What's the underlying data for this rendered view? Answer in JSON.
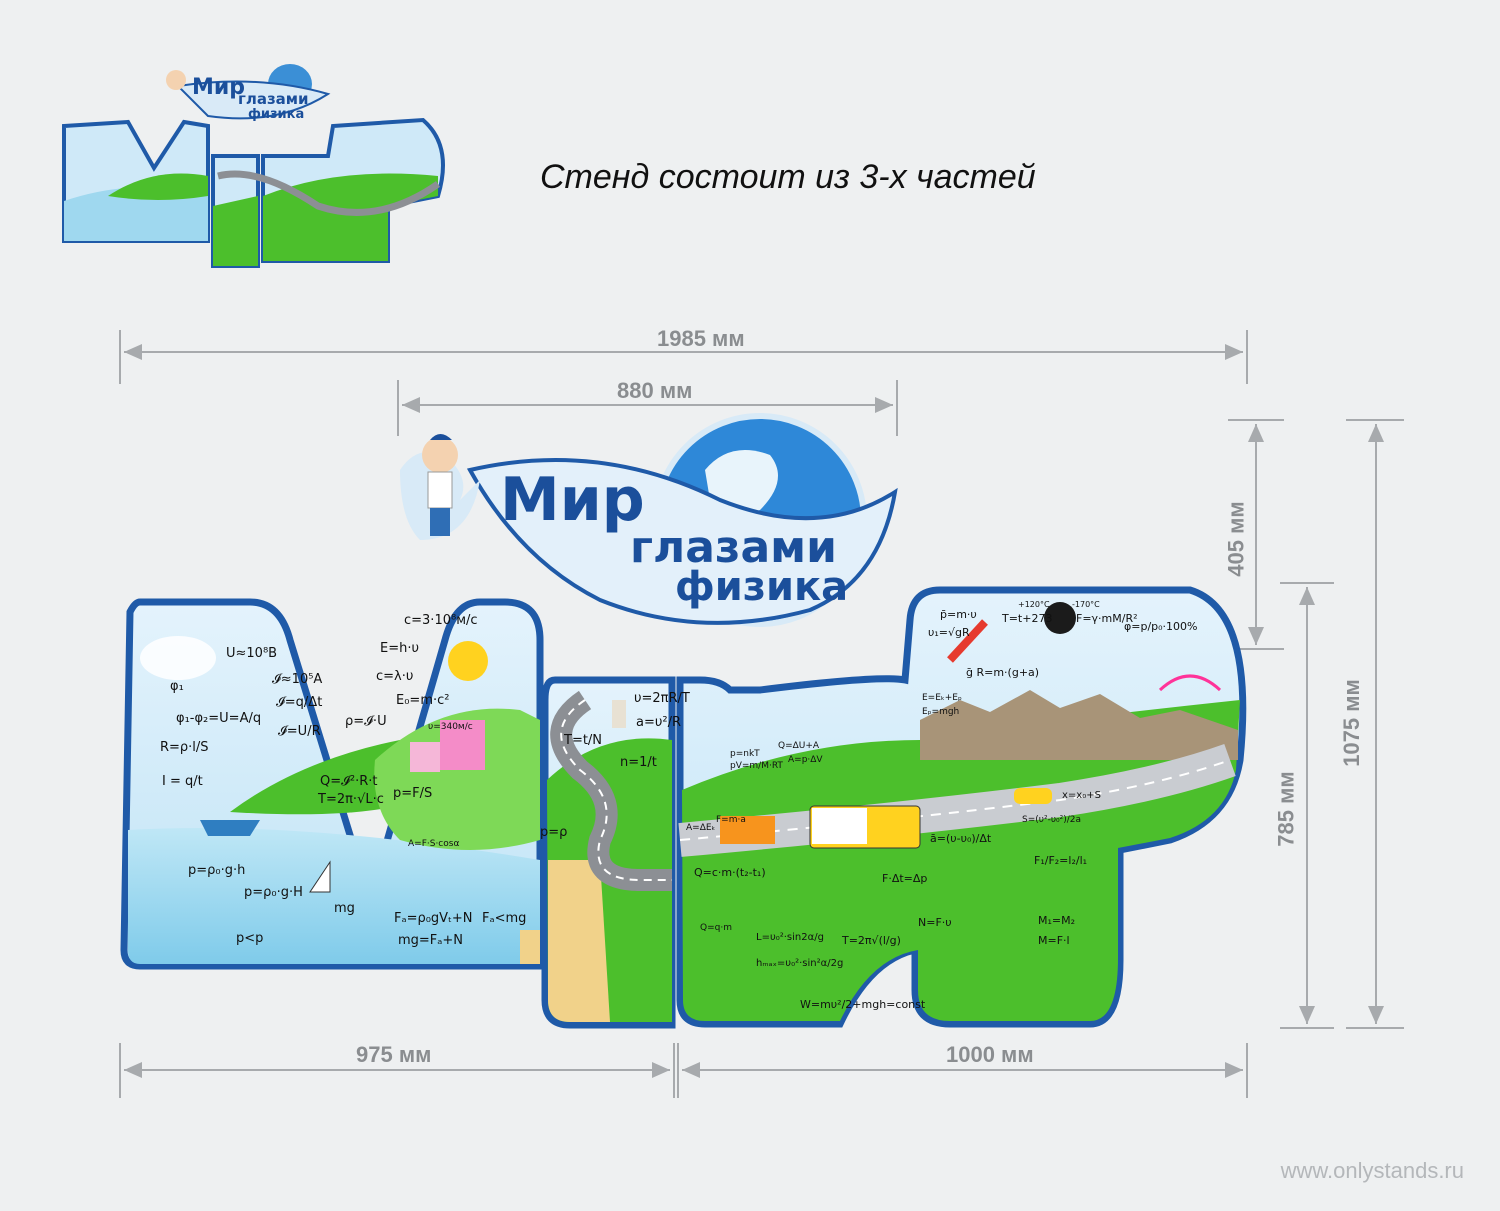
{
  "caption": "Стенд состоит из 3-х частей",
  "title": {
    "line1": "Мир",
    "line2": "глазами",
    "line3": "физика"
  },
  "dimensions": {
    "total_width": "1985 мм",
    "title_width": "880 мм",
    "left_width": "975 мм",
    "right_width": "1000 мм",
    "title_height": "405 мм",
    "letters_height": "785 мм",
    "total_height": "1075 мм"
  },
  "formulas": {
    "m_left": [
      "U≈10⁸В",
      "φ₁",
      "𝓘≈10⁵А",
      "𝓘=q/Δt",
      "φ₁-φ₂=U=A/q",
      "𝓘=U/R",
      "R=ρ·l/S",
      "I = q/t",
      "ρ=𝓘·U",
      "Q=𝓘²·R·t",
      "T=2π·√L·c",
      "p=F/S",
      "p=ρ₀·g·h",
      "p=ρ₀·g·H",
      "mg",
      "p<p",
      "Fₐ=ρ₀gVₜ+N",
      "Fₐ<mg",
      "mg=Fₐ+N",
      "c=3·10⁸м/с",
      "E=h·υ",
      "c=λ·υ",
      "E₀=m·c²",
      "υ=340м/с"
    ],
    "i_middle": [
      "υ=2πR/T",
      "a=υ²/R",
      "T=t/N",
      "n=1/t",
      "p=ρ",
      "A=F·S·cosα"
    ],
    "r_right": [
      "p̄=m·υ",
      "υ₁=√gR",
      "T=t+273",
      "+120°C",
      "-170°C",
      "F=γ·mM/R²",
      "φ=p/p₀·100%",
      "ḡ  R=m·(g+a)",
      "E=Eₖ+Eₚ",
      "Eₚ=mgh",
      "p=nkT",
      "pV=m/M·RT",
      "Q=ΔU+A",
      "A=p·ΔV",
      "F=m·a",
      "A=ΔEₖ",
      "x=x₀+S",
      "S=(υ²-υ₀²)/2a",
      "ā=(υ-υ₀)/Δt",
      "Q=c·m·(t₂-t₁)",
      "Q=q·m",
      "L=υ₀²·sin2α/g",
      "hₘₐₓ=υ₀²·sin²α/2g",
      "T=2π√(l/g)",
      "F·Δt=Δp",
      "N=F·υ",
      "F₁/F₂=l₂/l₁",
      "M₁=M₂",
      "M=F·l",
      "W=mυ²/2+mgh=const"
    ]
  },
  "watermark": "www.onlystands.ru",
  "colors": {
    "frame_blue": "#1f5aa8",
    "sky": "#cfe9f8",
    "grass": "#4cbf2c",
    "water": "#9fd8ef",
    "road": "#8c8f94",
    "dim_line": "#a7aaad",
    "title_blue": "#1b4f9b"
  }
}
